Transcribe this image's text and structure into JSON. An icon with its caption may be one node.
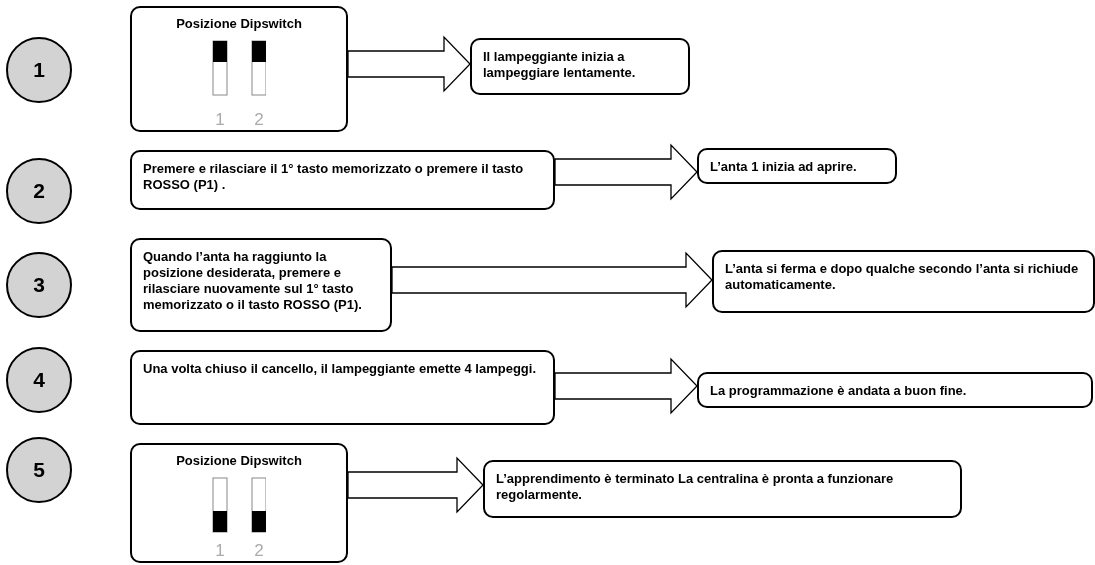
{
  "diagram": {
    "nodes": [
      {
        "text": [
          "1"
        ]
      },
      {
        "text": [
          "Posizione Dipswitch",
          "1",
          "2"
        ]
      },
      {
        "text": [
          "Il lampeggiante inizia a lampeggiare lentamente."
        ]
      },
      {
        "text": [
          "2"
        ]
      },
      {
        "text": [
          "Premere e rilasciare il 1° tasto memorizzato o premere il tasto ROSSO (P1) ."
        ]
      },
      {
        "text": [
          "L’anta 1 inizia ad aprire."
        ]
      },
      {
        "text": [
          "3"
        ]
      },
      {
        "text": [
          "Quando l’anta ha raggiunto la posizione desiderata, premere e rilasciare nuovamente sul 1° tasto memorizzato o il tasto ROSSO (P1)."
        ]
      },
      {
        "text": [
          "L’anta si ferma e dopo qualche secondo l’anta si richiude automaticamente."
        ]
      },
      {
        "text": [
          "4"
        ]
      },
      {
        "text": [
          "Una volta chiuso il cancello, il lampeggiante emette 4 lampeggi."
        ]
      },
      {
        "text": [
          "La programmazione è andata a buon fine."
        ]
      },
      {
        "text": [
          "5"
        ]
      },
      {
        "text": [
          "Posizione Dipswitch",
          "1",
          "2"
        ]
      },
      {
        "text": [
          "L’apprendimento è terminato La centralina è pronta a funzionare regolarmente."
        ]
      }
    ],
    "edges": [
      {
        "from": 1,
        "to": 2,
        "arrow": "to"
      },
      {
        "from": 4,
        "to": 5,
        "arrow": "to"
      },
      {
        "from": 7,
        "to": 8,
        "arrow": "to"
      },
      {
        "from": 10,
        "to": 11,
        "arrow": "to"
      },
      {
        "from": 13,
        "to": 14,
        "arrow": "to"
      }
    ]
  }
}
